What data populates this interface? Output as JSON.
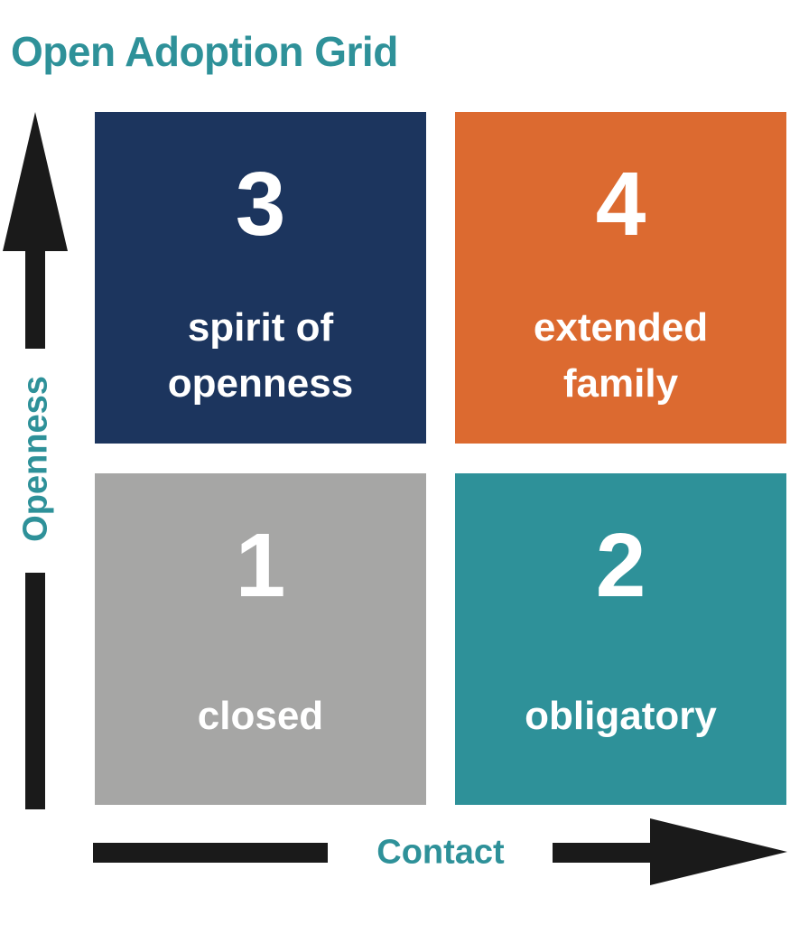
{
  "title": "Open Adoption Grid",
  "axes": {
    "y_label": "Openness",
    "x_label": "Contact"
  },
  "quadrants": {
    "q3": {
      "number": "3",
      "label_line1": "spirit of",
      "label_line2": "openness",
      "color": "#1c355e"
    },
    "q4": {
      "number": "4",
      "label_line1": "extended",
      "label_line2": "family",
      "color": "#dc6a30"
    },
    "q1": {
      "number": "1",
      "label_line1": "closed",
      "color": "#a6a6a5"
    },
    "q2": {
      "number": "2",
      "label_line1": "obligatory",
      "color": "#2e9199"
    }
  },
  "colors": {
    "title": "#2e9199",
    "arrow": "#1a1a1a"
  }
}
